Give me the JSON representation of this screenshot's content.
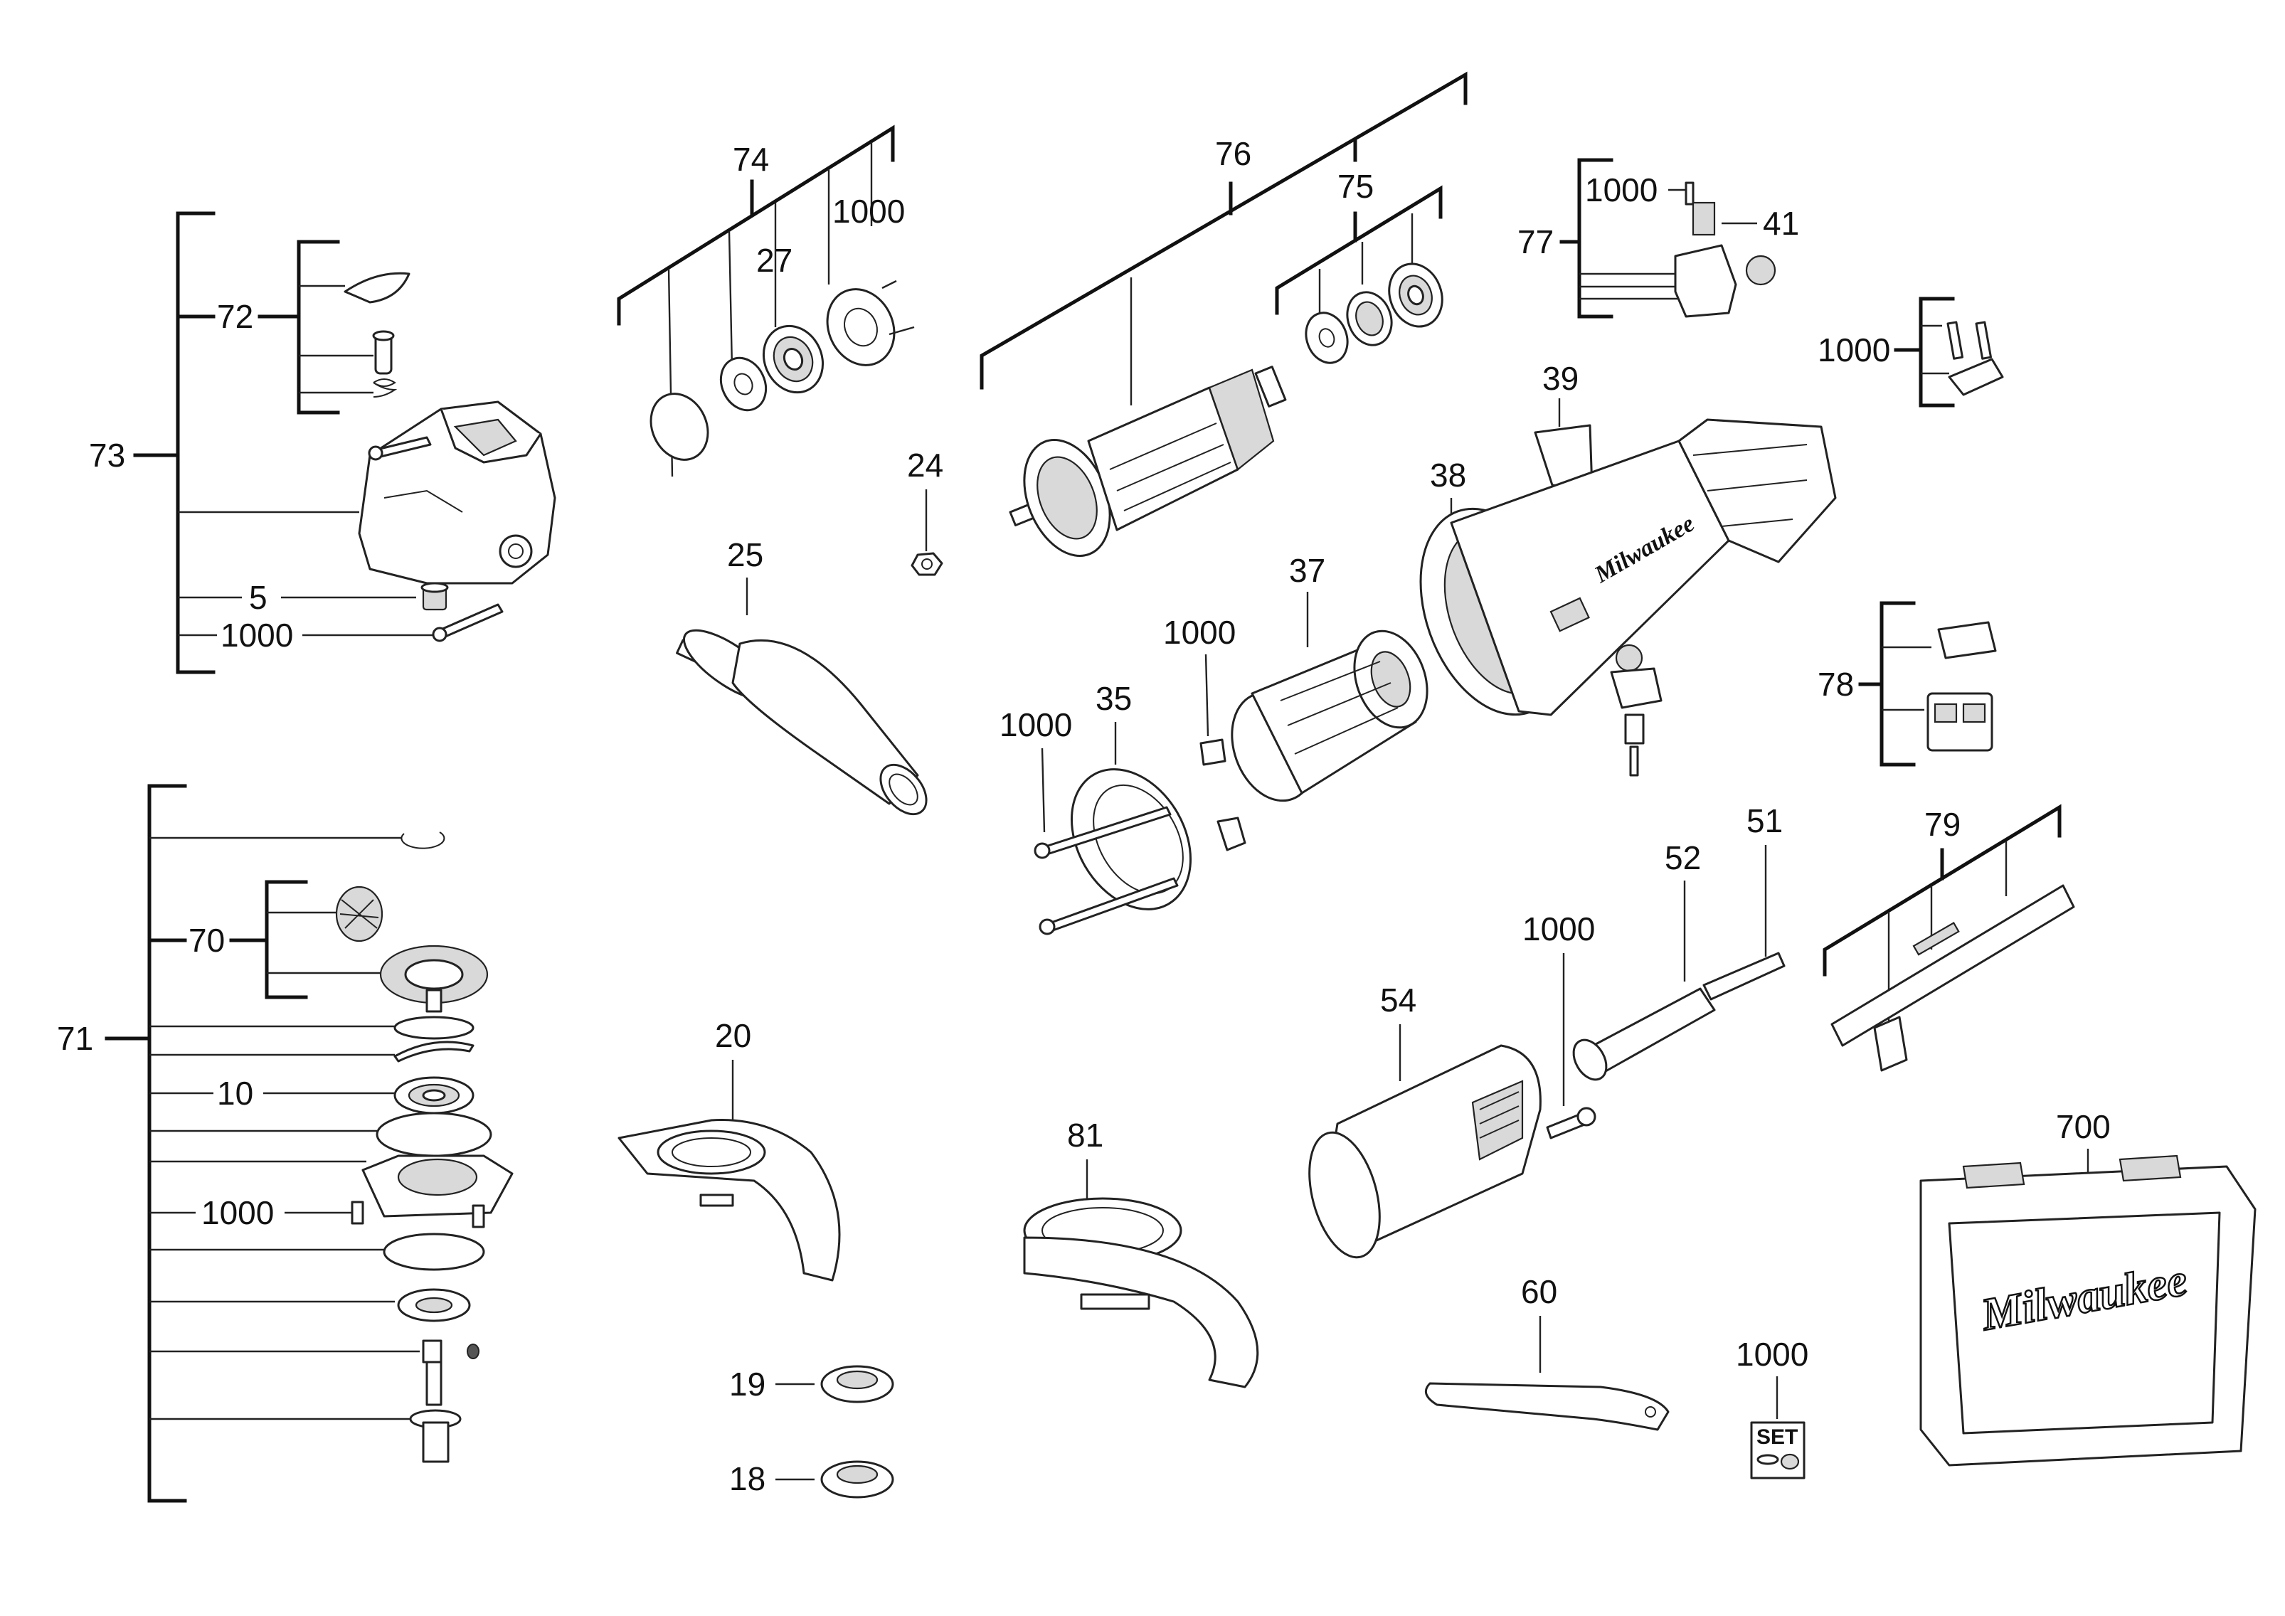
{
  "labels": {
    "l73": "73",
    "l72": "72",
    "l5": "5",
    "l1000_a": "1000",
    "l74": "74",
    "l27": "27",
    "l1000_b": "1000",
    "l76": "76",
    "l75": "75",
    "l77": "77",
    "l1000_c": "1000",
    "l41": "41",
    "l1000_d": "1000",
    "l39": "39",
    "l38": "38",
    "l24": "24",
    "l25": "25",
    "l37": "37",
    "l1000_e": "1000",
    "l1000_f": "1000",
    "l35": "35",
    "l78": "78",
    "l71": "71",
    "l70": "70",
    "l10": "10",
    "l1000_g": "1000",
    "l20": "20",
    "l81": "81",
    "l19": "19",
    "l18": "18",
    "l54": "54",
    "l1000_h": "1000",
    "l52": "52",
    "l51": "51",
    "l79": "79",
    "l700": "700",
    "l60": "60",
    "l1000_i": "1000",
    "set": "SET"
  },
  "brand": {
    "housing_logo": "Milwaukee",
    "case_logo": "Milwaukee"
  },
  "colors": {
    "ink": "#111111",
    "fill_light": "#d9d9d9",
    "fill_dark": "#555555"
  }
}
